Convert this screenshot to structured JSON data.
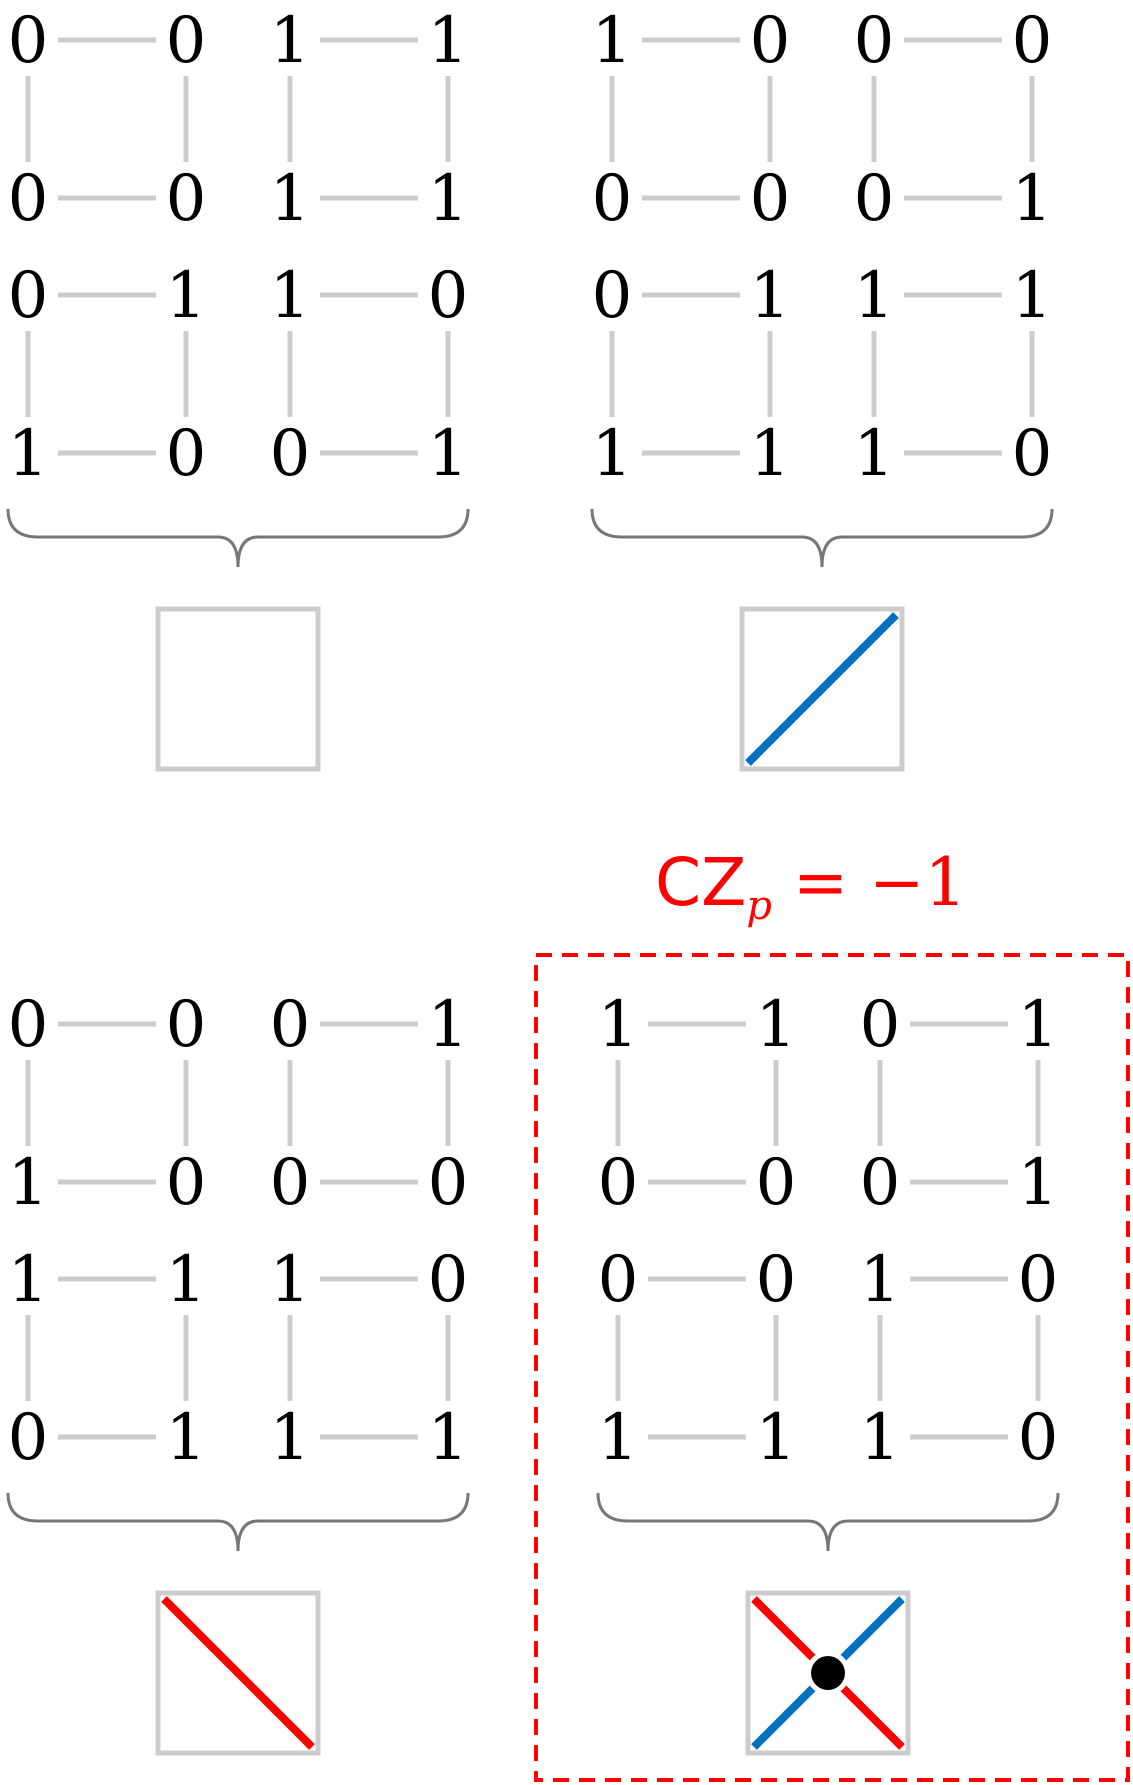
{
  "colors": {
    "edge": "#cccccc",
    "brace": "#777777",
    "blue": "#0070c0",
    "red": "#ff0000",
    "dot": "#000000"
  },
  "label": {
    "main": "CZ",
    "sub": "p",
    "rest": " = −1"
  },
  "panels": [
    {
      "grids": [
        [
          [
            "0",
            "0"
          ],
          [
            "0",
            "0"
          ],
          [
            "0",
            "1"
          ],
          [
            "1",
            "0"
          ]
        ],
        [
          [
            "1",
            "1"
          ],
          [
            "1",
            "1"
          ],
          [
            "1",
            "0"
          ],
          [
            "0",
            "1"
          ]
        ]
      ],
      "symbol": "empty"
    },
    {
      "grids": [
        [
          [
            "1",
            "0"
          ],
          [
            "0",
            "0"
          ],
          [
            "0",
            "1"
          ],
          [
            "1",
            "1"
          ]
        ],
        [
          [
            "0",
            "0"
          ],
          [
            "0",
            "1"
          ],
          [
            "1",
            "1"
          ],
          [
            "1",
            "0"
          ]
        ]
      ],
      "symbol": "blue-diagonal"
    },
    {
      "grids": [
        [
          [
            "0",
            "0"
          ],
          [
            "1",
            "0"
          ],
          [
            "1",
            "1"
          ],
          [
            "0",
            "1"
          ]
        ],
        [
          [
            "0",
            "1"
          ],
          [
            "0",
            "0"
          ],
          [
            "1",
            "0"
          ],
          [
            "1",
            "1"
          ]
        ]
      ],
      "symbol": "red-diagonal"
    },
    {
      "grids": [
        [
          [
            "1",
            "1"
          ],
          [
            "0",
            "0"
          ],
          [
            "0",
            "0"
          ],
          [
            "1",
            "1"
          ]
        ],
        [
          [
            "0",
            "1"
          ],
          [
            "0",
            "1"
          ],
          [
            "1",
            "0"
          ],
          [
            "1",
            "0"
          ]
        ]
      ],
      "symbol": "crossing",
      "highlighted": true
    }
  ]
}
